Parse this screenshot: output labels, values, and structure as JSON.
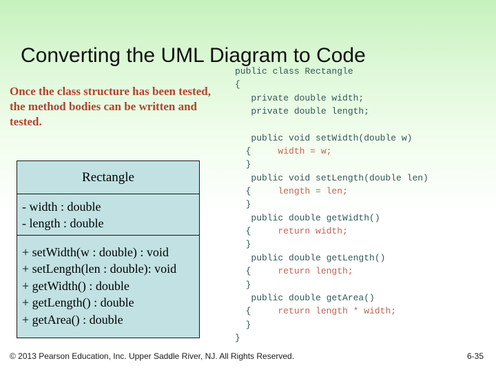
{
  "slide": {
    "title": "Converting the UML Diagram to Code",
    "footer": {
      "copyright": "© 2013 Pearson Education, Inc. Upper Saddle River, NJ. All Rights Reserved.",
      "page_number": "6-35"
    }
  },
  "intro": {
    "text": "Once the class structure has been tested, the method bodies can be written and tested.",
    "lines": [
      "Once the class structure has been tested,",
      "the method bodies can be written and",
      "tested."
    ]
  },
  "uml": {
    "class_name": "Rectangle",
    "attributes": [
      "- width : double",
      "- length : double"
    ],
    "methods": [
      "+ setWidth(w : double) : void",
      "+ setLength(len : double): void",
      "+ getWidth() : double",
      "+ getLength() : double",
      "+ getArea() : double"
    ]
  },
  "code": {
    "lines": [
      [
        {
          "t": "public class Rectangle",
          "s": "k"
        }
      ],
      [
        {
          "t": "{",
          "s": "k"
        }
      ],
      [
        {
          "t": "   private double width;",
          "s": "k"
        }
      ],
      [
        {
          "t": "   private double length;",
          "s": "k"
        }
      ],
      [
        {
          "t": "",
          "s": "k"
        }
      ],
      [
        {
          "t": "   public void setWidth(double w)",
          "s": "k"
        }
      ],
      [
        {
          "t": "  {     ",
          "s": "k"
        },
        {
          "t": "width = w;",
          "s": "a"
        }
      ],
      [
        {
          "t": "  }",
          "s": "k"
        }
      ],
      [
        {
          "t": "   public void setLength(double len)",
          "s": "k"
        }
      ],
      [
        {
          "t": "  {     ",
          "s": "k"
        },
        {
          "t": "length = len;",
          "s": "a"
        }
      ],
      [
        {
          "t": "  }",
          "s": "k"
        }
      ],
      [
        {
          "t": "   public double getWidth()",
          "s": "k"
        }
      ],
      [
        {
          "t": "  {     ",
          "s": "k"
        },
        {
          "t": "return width;",
          "s": "a"
        }
      ],
      [
        {
          "t": "  }",
          "s": "k"
        }
      ],
      [
        {
          "t": "   public double getLength()",
          "s": "k"
        }
      ],
      [
        {
          "t": "  {     ",
          "s": "k"
        },
        {
          "t": "return length;",
          "s": "a"
        }
      ],
      [
        {
          "t": "  }",
          "s": "k"
        }
      ],
      [
        {
          "t": "   public double getArea()",
          "s": "k"
        }
      ],
      [
        {
          "t": "  {     ",
          "s": "k"
        },
        {
          "t": "return length * width;",
          "s": "a"
        }
      ],
      [
        {
          "t": "  }",
          "s": "k"
        }
      ],
      [
        {
          "t": "}",
          "s": "k"
        }
      ]
    ]
  },
  "colors": {
    "bg-top": "#c6f2bd",
    "bg-bottom": "#ffffff",
    "title-text": "#101010",
    "intro-text": "#b0452c",
    "uml-fill": "#c1e1e2",
    "uml-border": "#161616",
    "code-base": "#335757",
    "code-accent": "#c06553",
    "footer-text": "#1a1a1a"
  }
}
